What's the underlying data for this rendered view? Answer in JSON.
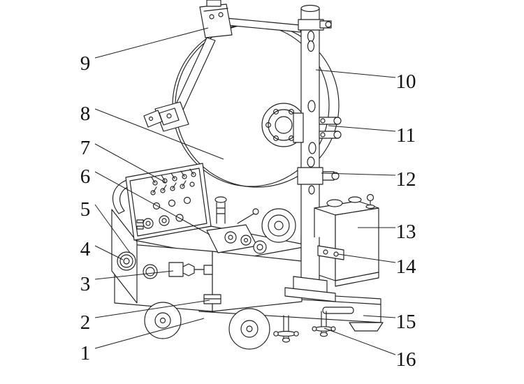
{
  "figure": {
    "type": "technical-line-diagram",
    "description": "Isometric engineering line drawing of a wheeled wire-feed machine with large wire spool, vertical mast, control panel and base carriage, annotated with numbered part callouts",
    "colors": {
      "line": "#1f1f1f",
      "background": "#ffffff"
    },
    "callouts": [
      {
        "label": "1"
      },
      {
        "label": "2"
      },
      {
        "label": "3"
      },
      {
        "label": "4"
      },
      {
        "label": "5"
      },
      {
        "label": "6"
      },
      {
        "label": "7"
      },
      {
        "label": "8"
      },
      {
        "label": "9"
      },
      {
        "label": "10"
      },
      {
        "label": "11"
      },
      {
        "label": "12"
      },
      {
        "label": "13"
      },
      {
        "label": "14"
      },
      {
        "label": "15"
      },
      {
        "label": "16"
      }
    ]
  }
}
